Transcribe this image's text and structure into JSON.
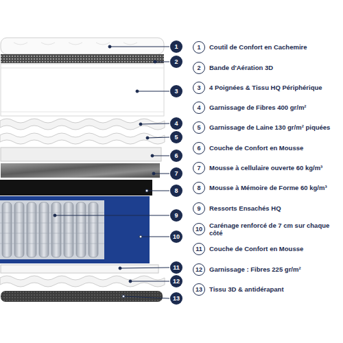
{
  "diagram": {
    "nodes": [
      {
        "text": [
          "1"
        ]
      },
      {
        "text": [
          "1"
        ]
      },
      {
        "text": [
          "2"
        ]
      },
      {
        "text": [
          "2"
        ]
      },
      {
        "text": [
          "3"
        ]
      },
      {
        "text": [
          "3"
        ]
      },
      {
        "text": [
          "4"
        ]
      },
      {
        "text": [
          "4"
        ]
      },
      {
        "text": [
          "5"
        ]
      },
      {
        "text": [
          "5"
        ]
      },
      {
        "text": [
          "6"
        ]
      },
      {
        "text": [
          "6"
        ]
      },
      {
        "text": [
          "7"
        ]
      },
      {
        "text": [
          "7"
        ]
      },
      {
        "text": [
          "8"
        ]
      },
      {
        "text": [
          "8"
        ]
      },
      {
        "text": [
          "9"
        ]
      },
      {
        "text": [
          "9"
        ]
      },
      {
        "text": [
          "10"
        ]
      },
      {
        "text": [
          "10"
        ]
      },
      {
        "text": [
          "11"
        ]
      },
      {
        "text": [
          "11"
        ]
      },
      {
        "text": [
          "12"
        ]
      },
      {
        "text": [
          "12"
        ]
      },
      {
        "text": [
          "13"
        ]
      },
      {
        "text": [
          "13"
        ]
      }
    ],
    "labels": [
      "Coutil de Confort en Cachemire",
      "Bande d'Aération 3D",
      "4 Poignées & Tissu HQ Périphérique",
      "Garnissage de Fibres 400 gr/m²",
      "Garnissage de Laine 130 gr/m² piquées",
      "Couche de Confort en Mousse",
      "Mousse à cellulaire ouverte 60 kg/m³",
      "Mousse à Mémoire de Forme 60 kg/m³",
      "Ressorts Ensachés HQ",
      "Carénage renforcé de 7 cm sur chaque côté",
      "Couche de Confort en Mousse",
      "Garnissage : Fibres 225 gr/m²",
      "Tissu 3D & antidérapant"
    ]
  }
}
